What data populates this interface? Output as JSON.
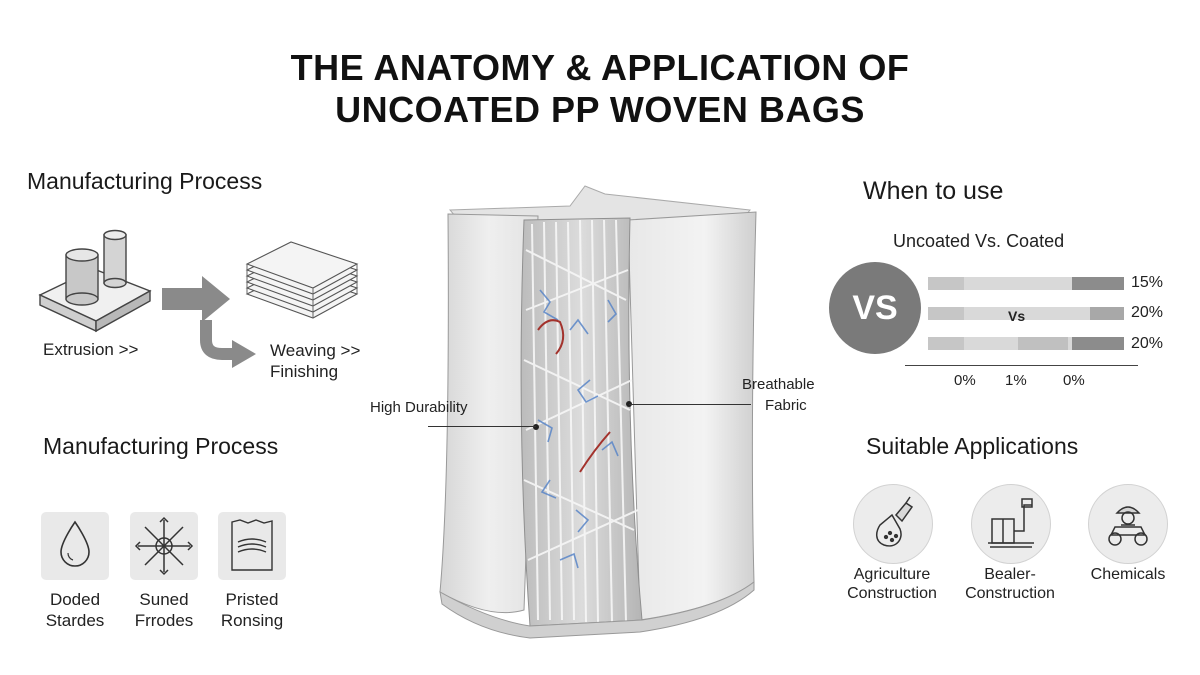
{
  "title": {
    "line1": "THE ANATOMY & APPLICATION OF",
    "line2": "UNCOATED PP WOVEN BAGS"
  },
  "left": {
    "process_heading": "Manufacturing Process",
    "extrusion_label": "Extrusion >>",
    "weaving_label_line1": "Weaving >>",
    "weaving_label_line2": "Finishing",
    "process_heading_2": "Manufacturing Process",
    "features": [
      {
        "icon": "water-drop-icon",
        "line1": "Doded",
        "line2": "Stardes"
      },
      {
        "icon": "fiber-burst-icon",
        "line1": "Suned",
        "line2": "Frrodes"
      },
      {
        "icon": "printed-bag-icon",
        "line1": "Pristed",
        "line2": "Ronsing"
      }
    ]
  },
  "center": {
    "callout_left": "High Durability",
    "callout_right_line1": "Breathable",
    "callout_right_line2": "Fabric"
  },
  "right": {
    "when_heading": "When to use",
    "comparison_title": "Uncoated Vs. Coated",
    "vs_badge": "VS",
    "mid_vs": "Vs",
    "rows": [
      {
        "value_label": "15%"
      },
      {
        "value_label": "20%"
      },
      {
        "value_label": "20%"
      }
    ],
    "axis_labels": [
      "0%",
      "1%",
      "0%"
    ],
    "applications_heading": "Suitable Applications",
    "applications": [
      {
        "icon": "agriculture-icon",
        "line1": "Agriculture",
        "line2": "Construction"
      },
      {
        "icon": "construction-icon",
        "line1": "Bealer-",
        "line2": "Construction"
      },
      {
        "icon": "chemicals-icon",
        "line1": "Chemicals",
        "line2": ""
      }
    ]
  },
  "colors": {
    "bar_light": "#d9d9d9",
    "bar_dark": "#8c8c8c",
    "vs_badge": "#7a7a7a",
    "arrow": "#8a8a8a",
    "weave_blue": "#5a86c8",
    "weave_red": "#a3322c"
  }
}
